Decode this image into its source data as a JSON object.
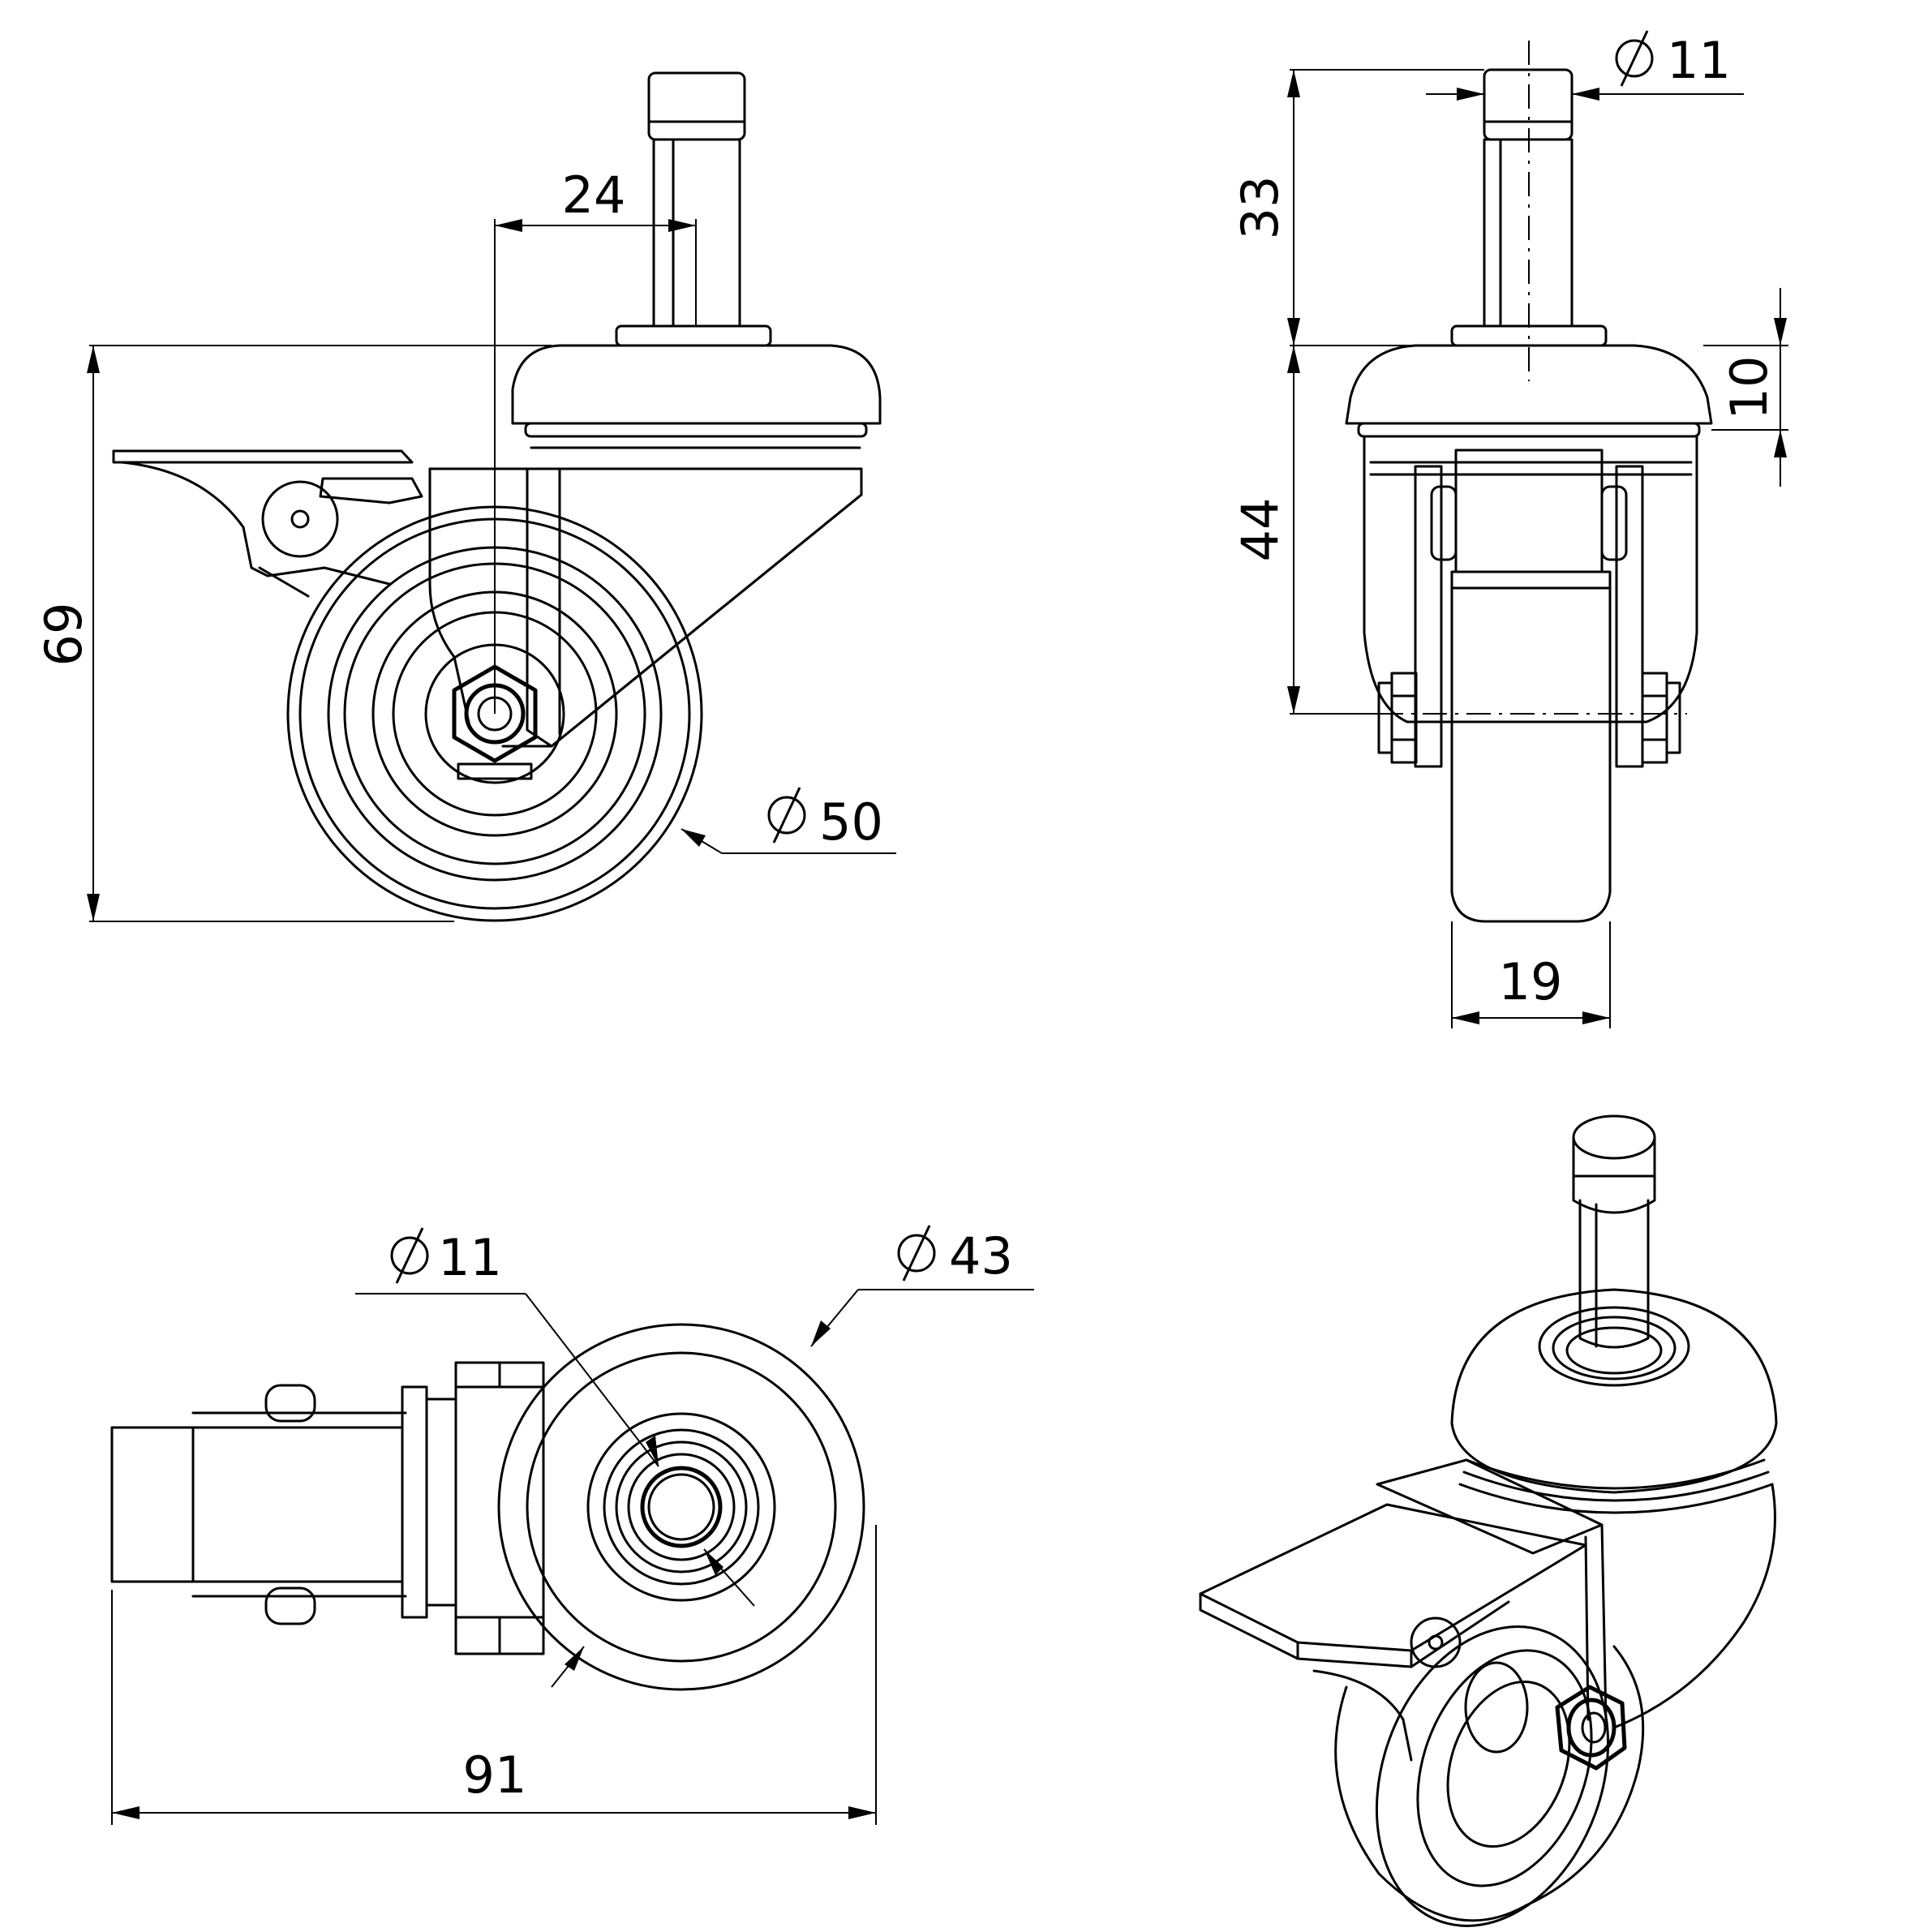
{
  "views": {
    "side": {
      "dim_height": "69",
      "dim_offset": "24",
      "dim_wheel_diameter": "50"
    },
    "front": {
      "dim_stem_diameter": "11",
      "dim_stem_height": "33",
      "dim_body_height": "44",
      "dim_cap_height": "10",
      "dim_wheel_width": "19"
    },
    "top": {
      "dim_bore_diameter": "11",
      "dim_hub_diameter": "43",
      "dim_overall_length": "91"
    }
  },
  "colors": {
    "line": "#000000",
    "background": "#ffffff"
  }
}
